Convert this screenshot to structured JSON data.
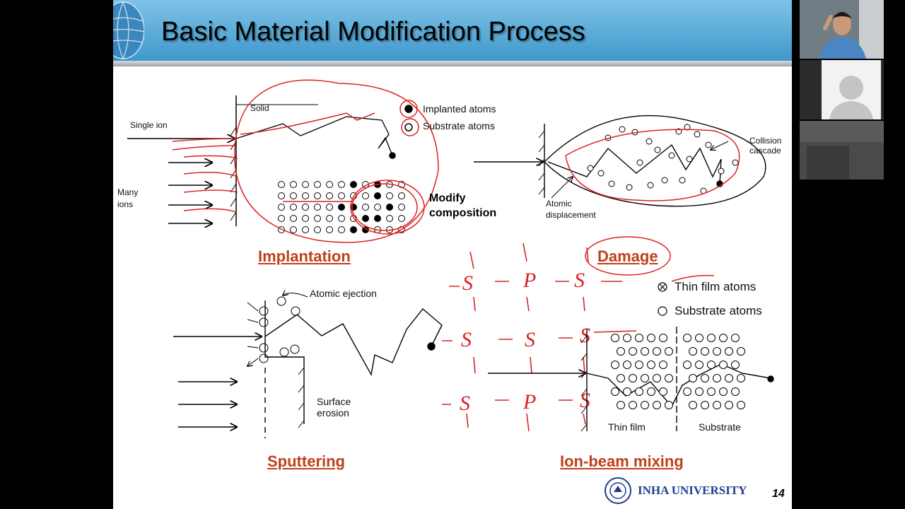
{
  "slide": {
    "title": "Basic Material Modification Process",
    "page_number": "14",
    "university": "INHA UNIVERSITY",
    "accent_color": "#c0401a",
    "banner_color": "#4aa3d6"
  },
  "panels": {
    "implantation": {
      "label": "Implantation",
      "solid": "Solid",
      "single_ion": "Single ion",
      "many_ions": [
        "Many",
        "ions"
      ],
      "legend_implanted": "Implanted atoms",
      "legend_substrate": "Substrate atoms",
      "modify": [
        "Modify",
        "composition"
      ]
    },
    "damage": {
      "label": "Damage",
      "collision": [
        "Collision",
        "cascade"
      ],
      "displacement": [
        "Atomic",
        "displacement"
      ]
    },
    "sputtering": {
      "label": "Sputtering",
      "ejection": "Atomic ejection",
      "erosion": [
        "Surface",
        "erosion"
      ]
    },
    "mixing": {
      "label": "Ion-beam mixing",
      "legend_thin": "Thin film atoms",
      "legend_substrate": "Substrate atoms",
      "thin_film": "Thin film",
      "substrate": "Substrate"
    }
  },
  "participants": [
    {
      "role": "presenter-video",
      "icon": "person-video"
    },
    {
      "role": "participant",
      "icon": "avatar-placeholder-icon"
    },
    {
      "role": "participant-video",
      "icon": "room-video"
    }
  ]
}
